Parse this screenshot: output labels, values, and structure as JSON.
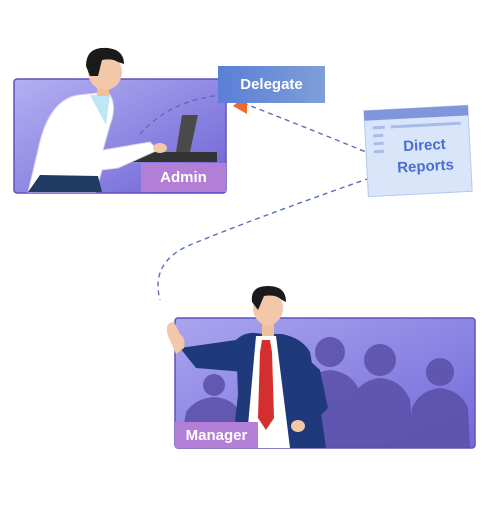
{
  "scene": {
    "admin_label": "Admin",
    "manager_label": "Manager",
    "delegate_label": "Delegate",
    "direct_reports_line1": "Direct",
    "direct_reports_line2": "Reports"
  },
  "colors": {
    "panel_purple": "#8f86e8",
    "label_purple": "#b37fd6",
    "delegate_blue": "#5a7fd6",
    "doc_blue": "#d9e6fa",
    "connector": "#5b6fb5",
    "accent_orange": "#f06a2a"
  },
  "icons": [
    "person-at-laptop-illustration",
    "presenting-manager-illustration",
    "team-silhouettes",
    "document-icon",
    "cursor-arrow-icon"
  ]
}
